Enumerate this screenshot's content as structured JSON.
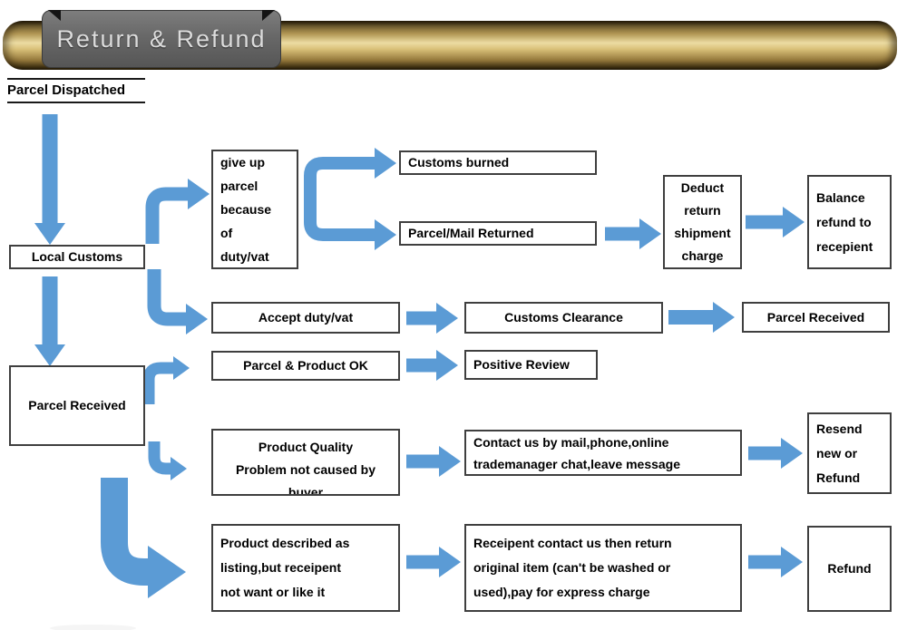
{
  "header": {
    "banner_title": "Return & Refund"
  },
  "start_label": "Parcel Dispatched",
  "nodes": {
    "local_customs": "Local Customs",
    "parcel_received_left": "Parcel Received",
    "give_up": "give up\nparcel\nbecause\nof\nduty/vat",
    "customs_burned": "Customs burned",
    "parcel_mail_returned": "Parcel/Mail Returned",
    "deduct_charge": "Deduct\nreturn\nshipment\ncharge",
    "balance_refund": "Balance\nrefund to\nrecepient",
    "accept_duty": "Accept duty/vat",
    "customs_clearance": "Customs Clearance",
    "parcel_received_right": "Parcel Received",
    "parcel_product_ok": "Parcel & Product OK",
    "positive_review": "Positive Review",
    "product_quality": "Product Quality\nProblem not caused by\nbuyer",
    "contact_us": "Contact us by mail,phone,online\ntrademanager chat,leave message",
    "resend_or_refund": "Resend\nnew or\nRefund",
    "product_described": "Product described as\nlisting,but receipent\nnot want or like it",
    "receipent_contact": "Receipent contact us then return\noriginal item (can't be washed or\nused),pay for express charge",
    "refund": "Refund"
  },
  "colors": {
    "arrow": "#5b9bd5",
    "box_border": "#3f3f3f",
    "gold_highlight": "#ecdca2",
    "plate_gray": "#686868"
  }
}
